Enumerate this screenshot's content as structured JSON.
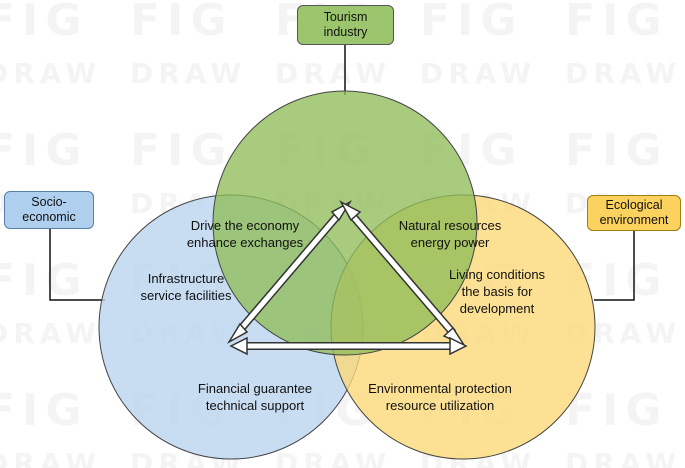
{
  "watermark": {
    "top_word": "FIG",
    "bottom_word": "DRAW"
  },
  "nodes": {
    "tourism": {
      "label": "Tourism\nindustry",
      "fill": "#9cc66e"
    },
    "socio": {
      "label": "Socio-\neconomic",
      "fill": "#aed0ee"
    },
    "eco": {
      "label": "Ecological\nenvironment",
      "fill": "#fcd25e"
    }
  },
  "circles": {
    "tourism": {
      "fill": "#8fbc5a"
    },
    "socio": {
      "fill": "#b9d3ee"
    },
    "eco": {
      "fill": "#fbd876"
    }
  },
  "labels": {
    "drive": "Drive the economy\nenhance exchanges",
    "infra": "Infrastructure\nservice facilities",
    "natural": "Natural resources\nenergy power",
    "living": "Living conditions\nthe basis for\ndevelopment",
    "financial": "Financial guarantee\ntechnical support",
    "environmental": "Environmental protection\nresource utilization"
  }
}
